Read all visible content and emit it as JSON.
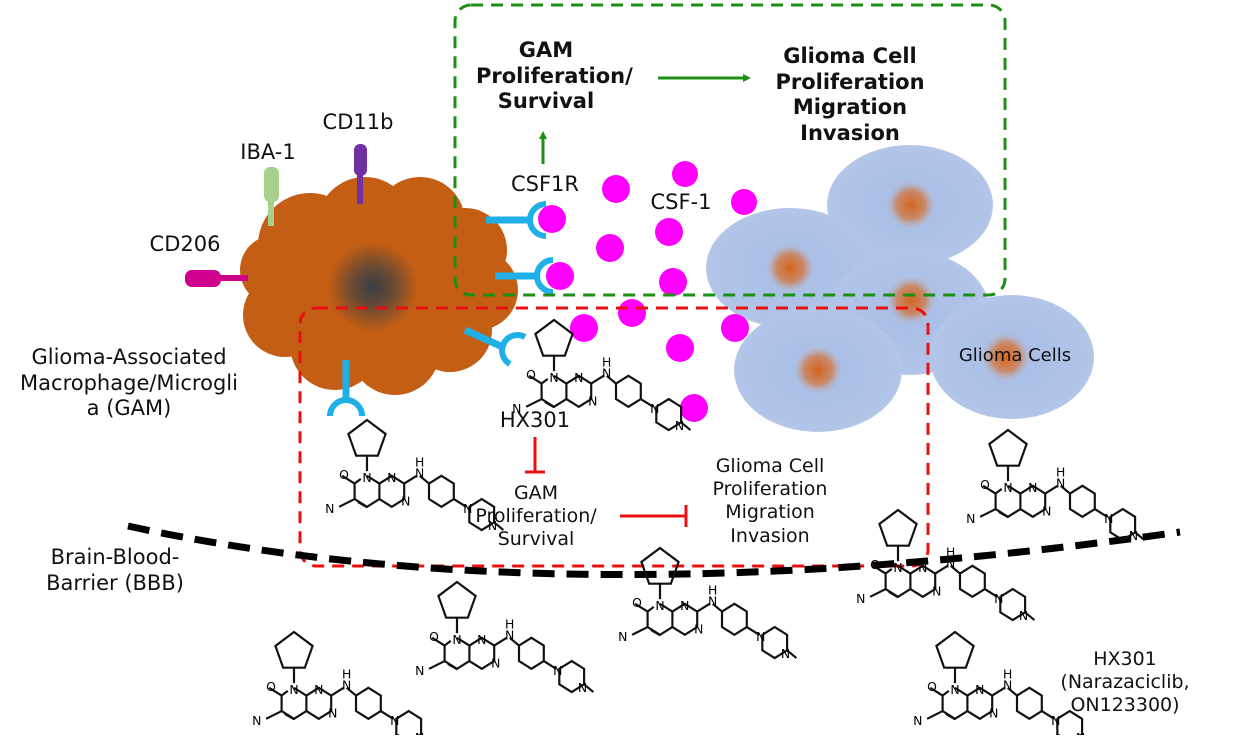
{
  "diagram": {
    "title": "HX301 (Narazaciclib) CSF1R inhibition in glioma microenvironment",
    "colors": {
      "gam_body": "#C45E14",
      "gam_nucleus": "#3a3f47",
      "receptor_csf1r": "#1FB0E8",
      "csf1_ligand": "#FF00FF",
      "glioma_cell": "#AFC3E6",
      "glioma_nucleus": "#D4651E",
      "iba1_marker": "#A8D08D",
      "cd11b_marker": "#7030A0",
      "cd206_marker": "#D0008E",
      "activation_arrow": "#1E8F14",
      "inhibition_arrow": "#E81010",
      "green_box": "#1E8F14",
      "red_box": "#E81010",
      "bbb_line": "#000000"
    },
    "markers": {
      "cd11b": "CD11b",
      "iba1": "IBA-1",
      "cd206": "CD206"
    },
    "labels": {
      "gam_cell": "Glioma-Associated\nMacrophage/Microgli\na (GAM)",
      "bbb": "Brain-Blood-\nBarrier (BBB)",
      "csf1r": "CSF1R",
      "csf1": "CSF-1",
      "glioma_cells": "Glioma Cells",
      "drug_name": "HX301\n(Narazaciclib,\nON123300)",
      "hx301_inline": "HX301"
    },
    "green_pathway": {
      "source": "GAM\nProliferation/\nSurvival",
      "target": "Glioma Cell\nProliferation\nMigration\nInvasion",
      "relation": "activates"
    },
    "red_pathway": {
      "inhibitor": "HX301",
      "source": "GAM\nProliferation/\nSurvival",
      "target": "Glioma Cell\nProliferation\nMigration\nInvasion",
      "relation": "inhibits"
    },
    "molecule_atoms": {
      "o": "O",
      "n": "N",
      "h": "H"
    }
  }
}
